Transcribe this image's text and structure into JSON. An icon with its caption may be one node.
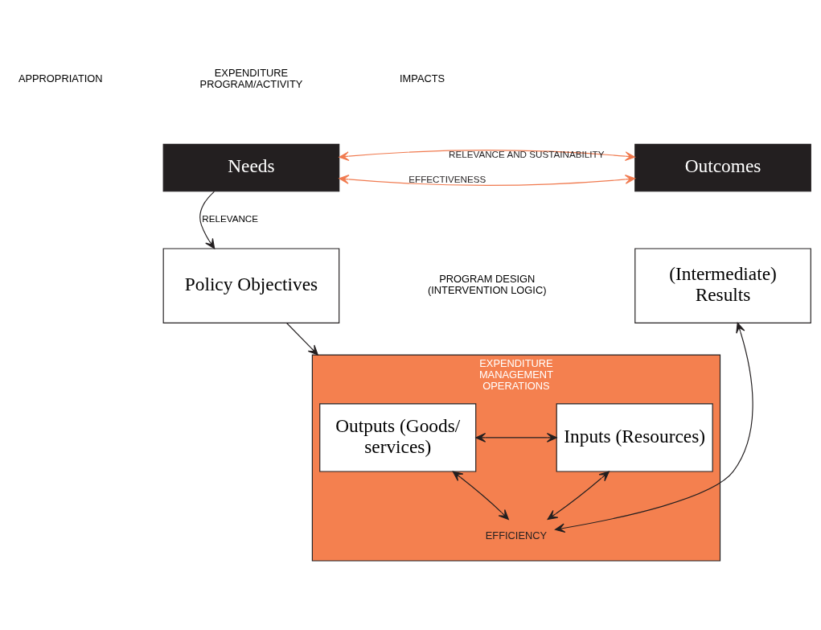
{
  "diagram": {
    "nodes": [
      {
        "text": [
          "Needs"
        ]
      },
      {
        "text": [
          "Outcomes"
        ]
      },
      {
        "text": [
          "Policy Objectives"
        ]
      },
      {
        "text": [
          "(Intermediate) Results"
        ]
      },
      {
        "text": [
          "EXPENDITURE MANAGEMENT OPERATIONS"
        ]
      },
      {
        "text": [
          "Outputs (Goods/ services)"
        ],
        "in": 4
      },
      {
        "text": [
          "Inputs (Resources)"
        ],
        "in": 4
      },
      {
        "text": [
          "EFFICIENCY"
        ],
        "in": 4
      }
    ],
    "edges": [
      {
        "from": 0,
        "to": 2,
        "arrow": "to",
        "label": "RELEVANCE"
      },
      {
        "from": 2,
        "to": 4,
        "arrow": "to"
      },
      {
        "from": 5,
        "to": 6,
        "arrow": "both"
      },
      {
        "from": 5,
        "to": 7,
        "arrow": "both"
      },
      {
        "from": 7,
        "to": 6,
        "arrow": "both"
      },
      {
        "from": 7,
        "to": 3,
        "arrow": "both"
      },
      {
        "from": 0,
        "to": 1,
        "arrow": "both",
        "label": "EFFECTIVENESS",
        "color": "#f07a4f"
      },
      {
        "from": 0,
        "to": 1,
        "arrow": "both",
        "label": "RELEVANCE AND SUSTAINABILITY",
        "color": "#f07a4f"
      }
    ],
    "labels": [
      "APPROPRIATION",
      "EXPENDITURE PROGRAM/ACTIVITY",
      "IMPACTS",
      "PROGRAM DESIGN (INTERVENTION LOGIC)"
    ]
  }
}
